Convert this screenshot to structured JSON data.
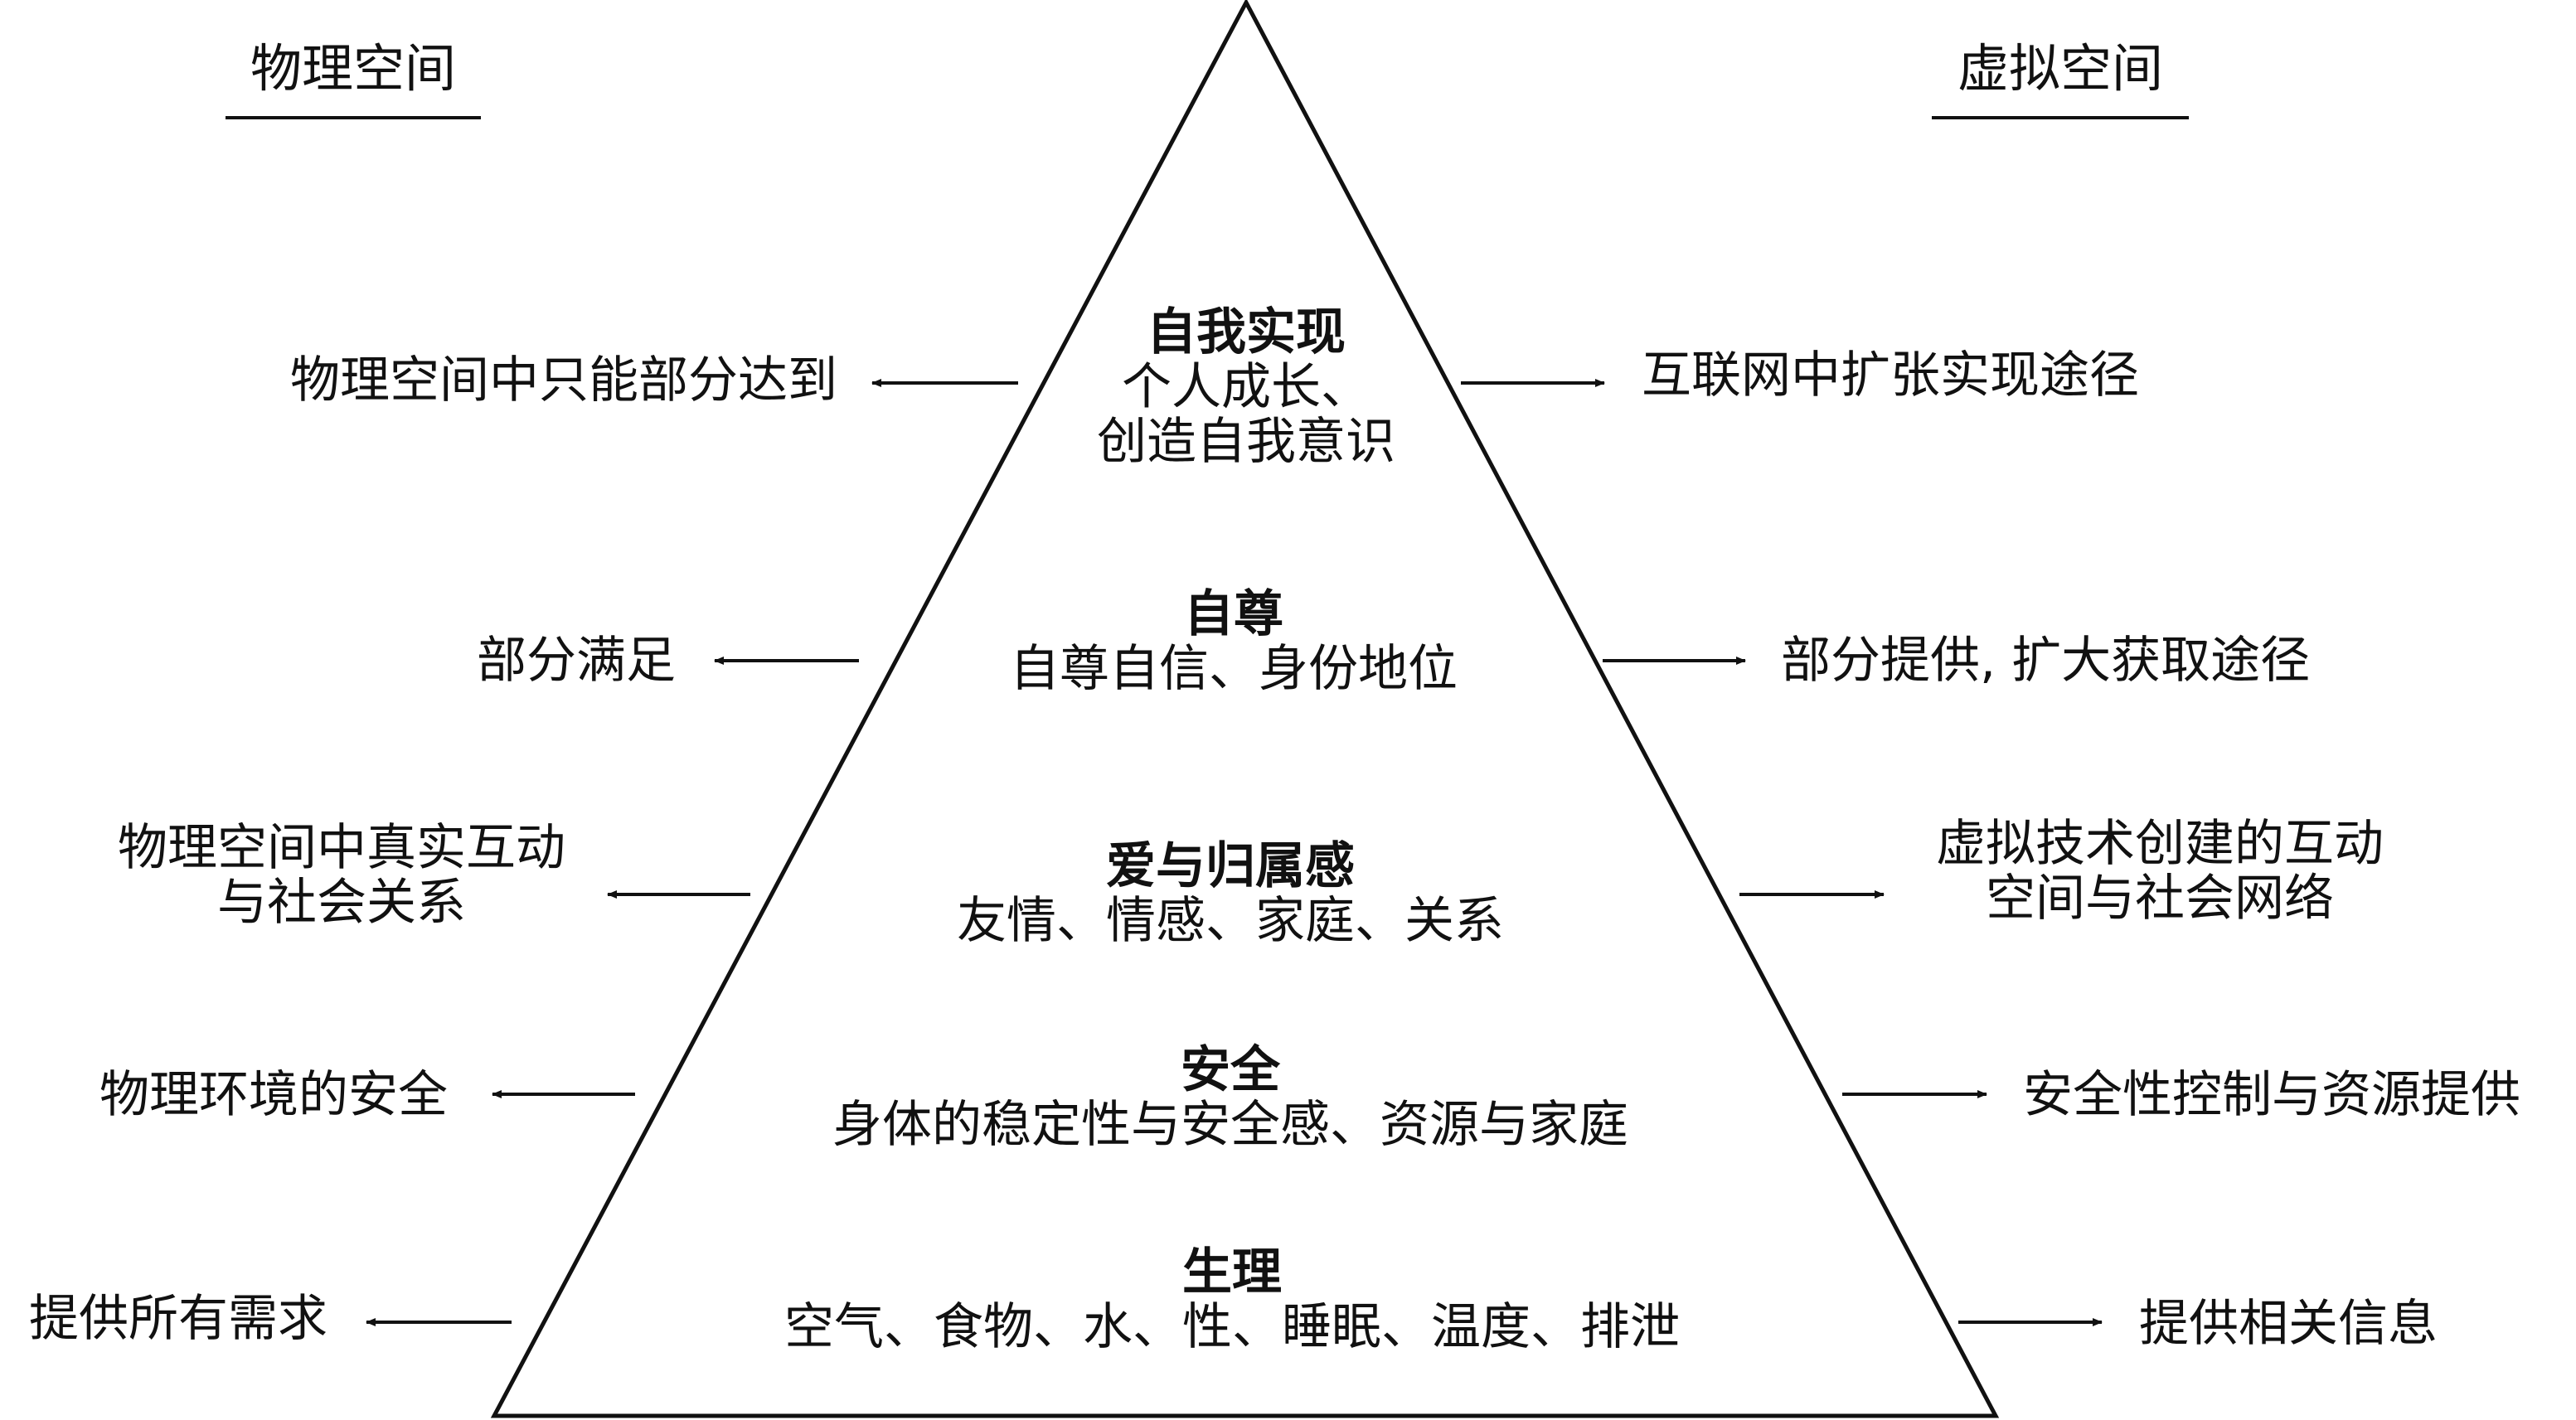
{
  "headers": {
    "left": "物理空间",
    "right": "虚拟空间"
  },
  "levels": [
    {
      "title": "自我实现",
      "desc_lines": [
        "个人成长、",
        "创造自我意识"
      ],
      "physical": [
        "物理空间中只能部分达到"
      ],
      "virtual": [
        "互联网中扩张实现途径"
      ]
    },
    {
      "title": "自尊",
      "desc_lines": [
        "自尊自信、身份地位"
      ],
      "physical": [
        "部分满足"
      ],
      "virtual": [
        "部分提供, 扩大获取途径"
      ]
    },
    {
      "title": "爱与归属感",
      "desc_lines": [
        "友情、情感、家庭、关系"
      ],
      "physical": [
        "物理空间中真实互动",
        "与社会关系"
      ],
      "virtual": [
        "虚拟技术创建的互动",
        "空间与社会网络"
      ]
    },
    {
      "title": "安全",
      "desc_lines": [
        "身体的稳定性与安全感、资源与家庭"
      ],
      "physical": [
        "物理环境的安全"
      ],
      "virtual": [
        "安全性控制与资源提供"
      ]
    },
    {
      "title": "生理",
      "desc_lines": [
        "空气、食物、水、性、睡眠、温度、排泄"
      ],
      "physical": [
        "提供所有需求"
      ],
      "virtual": [
        "提供相关信息"
      ]
    }
  ]
}
